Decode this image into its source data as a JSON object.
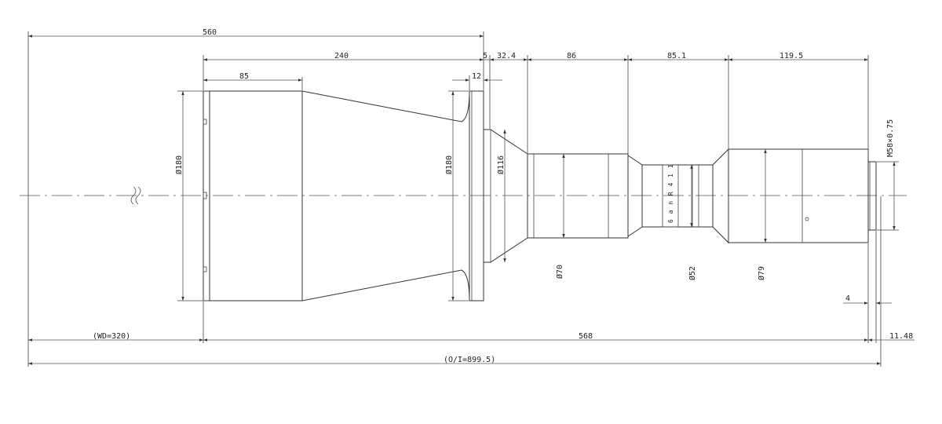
{
  "dimensions": {
    "overall_560": "560",
    "len_240": "240",
    "len_85": "85",
    "flange_12": "12",
    "gap_5": "5",
    "len_32_4": "32.4",
    "len_86": "86",
    "len_85_1": "85.1",
    "len_119_5": "119.5",
    "dia_front": "Ø180",
    "dia_flange": "Ø180",
    "dia_116": "Ø116",
    "dia_70": "Ø70",
    "dia_52": "Ø52",
    "dia_79": "Ø79",
    "mount_thread": "M58×0.75",
    "mount_4": "4",
    "wd": "(WD=320)",
    "len_568": "568",
    "back_11_48": "11.48",
    "oi": "(O/I=899.5)"
  },
  "engraving": "6 a n R 4 1 1"
}
